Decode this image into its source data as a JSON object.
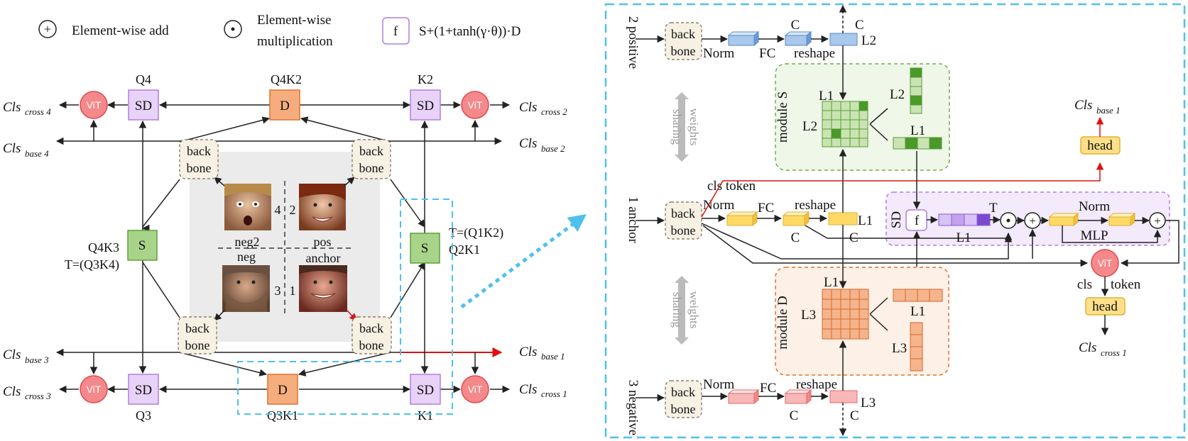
{
  "legend": {
    "add_symbol": "+",
    "add_label": "Element-wise add",
    "mul_symbol": "⊙",
    "mul_label_1": "Element-wise",
    "mul_label_2": "multiplication",
    "f_symbol": "f",
    "f_formula": "S+(1+tanh(γ·θ))·D"
  },
  "left": {
    "top_labels": {
      "q4": "Q4",
      "q4k2": "Q4K2",
      "k2": "K2"
    },
    "bottom_labels": {
      "q3": "Q3",
      "q3k1": "Q3K1",
      "k1": "K1"
    },
    "side_left_1": "Q4K3",
    "side_left_2": "T=(Q3K4)",
    "side_right_1": "T=(Q1K2)",
    "side_right_2": "Q2K1",
    "vit": "ViT",
    "sd": "SD",
    "d": "D",
    "s": "S",
    "backbone_1": "back",
    "backbone_2": "bone",
    "faces": {
      "neg2": "neg2",
      "pos": "pos",
      "neg": "neg",
      "anchor": "anchor"
    },
    "quadrants": {
      "q4": "4",
      "q2": "2",
      "q3": "3",
      "q1": "1"
    },
    "cls": {
      "cross4": "Cls",
      "cross4_sub": "cross 4",
      "base4": "Cls",
      "base4_sub": "base 4",
      "cross2": "Cls",
      "cross2_sub": "cross 2",
      "base2": "Cls",
      "base2_sub": "base 2",
      "base3": "Cls",
      "base3_sub": "base 3",
      "cross3": "Cls",
      "cross3_sub": "cross 3",
      "base1": "Cls",
      "base1_sub": "base 1",
      "cross1": "Cls",
      "cross1_sub": "cross 1"
    }
  },
  "right": {
    "branch_positive": "2 positive",
    "branch_anchor": "1 anchor",
    "branch_negative": "3 negative",
    "sharing_1": "sharing",
    "sharing_2": "weights",
    "norm": "Norm",
    "fc": "FC",
    "c": "C",
    "reshape": "reshape",
    "l1": "L1",
    "l2": "L2",
    "l3": "L3",
    "module_s": "module S",
    "module_d": "module D",
    "cls_token": "cls token",
    "cls_label": "cls",
    "token_label": "token",
    "head": "head",
    "vit": "ViT",
    "sd": "SD",
    "f": "f",
    "t": "T",
    "mlp": "MLP",
    "cls_base1": "Cls",
    "cls_base1_sub": "base 1",
    "cls_cross1": "Cls",
    "cls_cross1_sub": "cross 1"
  }
}
